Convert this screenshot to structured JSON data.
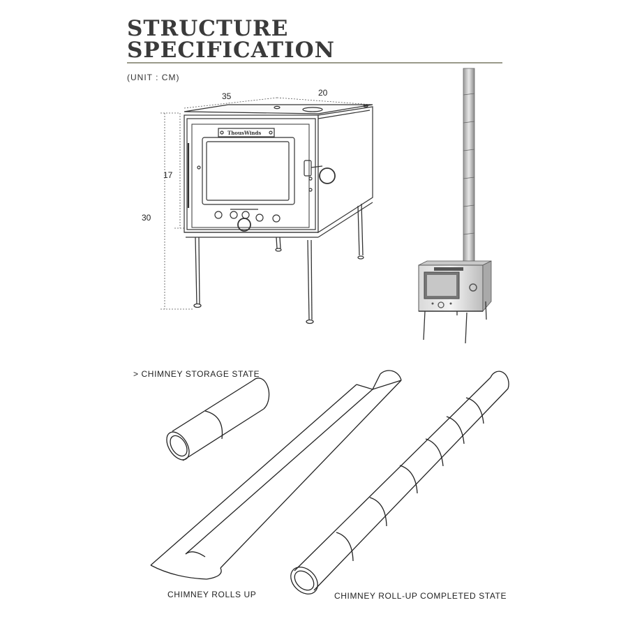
{
  "header": {
    "title_line1": "STRUCTURE",
    "title_line2": "SPECIFICATION",
    "unit": "(UNIT : CM)"
  },
  "dimensions": {
    "width": "35",
    "depth": "20",
    "body_height": "17",
    "total_height": "30"
  },
  "stove": {
    "brand": "ThousWinds"
  },
  "captions": {
    "storage": "> CHIMNEY STORAGE STATE",
    "rolls_up": "CHIMNEY ROLLS UP",
    "completed": "CHIMNEY ROLL-UP COMPLETED STATE"
  }
}
